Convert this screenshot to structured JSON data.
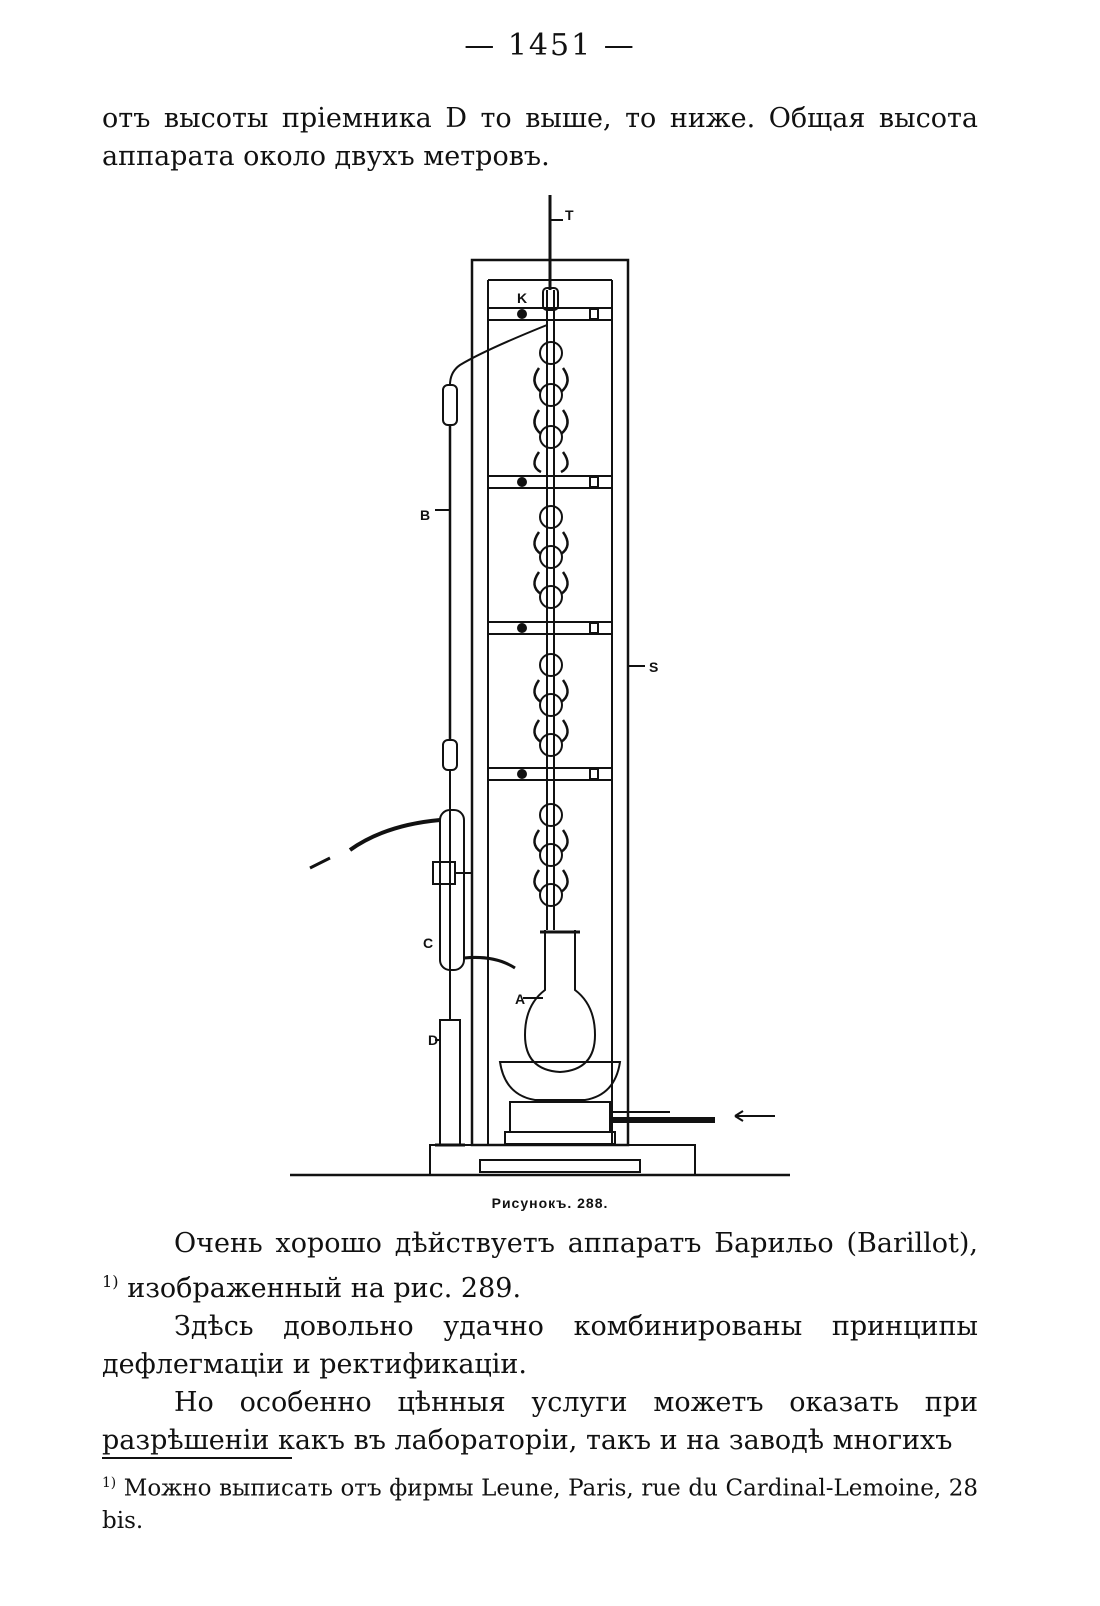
{
  "page_number": "— 1451 —",
  "intro": {
    "text": "отъ высоты пріемника D то выше, то ниже. Общая высота аппарата около двухъ метровъ."
  },
  "figure": {
    "labels": {
      "T": "T",
      "K": "K",
      "B": "B",
      "S": "S",
      "C": "C",
      "A": "A",
      "D": "D"
    },
    "caption": "Рисунокъ. 288."
  },
  "body": {
    "p1_text": "Очень хорошо дѣйствуетъ аппаратъ Барильо (Barillot), ",
    "p1_note": "1)",
    "p1_tail": " изображенный на рис. 289.",
    "p2": "Здѣсь довольно удачно комбинированы принципы дефлегмаціи и ректификаціи.",
    "p3": "Но особенно цѣнныя услуги можетъ оказать при разрѣшеніи какъ въ лабораторіи, такъ и на заводѣ многихъ"
  },
  "footnote": {
    "marker": "1)",
    "text": " Можно выписать отъ фирмы Leune, Paris, rue du Cardinal-Lemoine, 28 bis."
  }
}
